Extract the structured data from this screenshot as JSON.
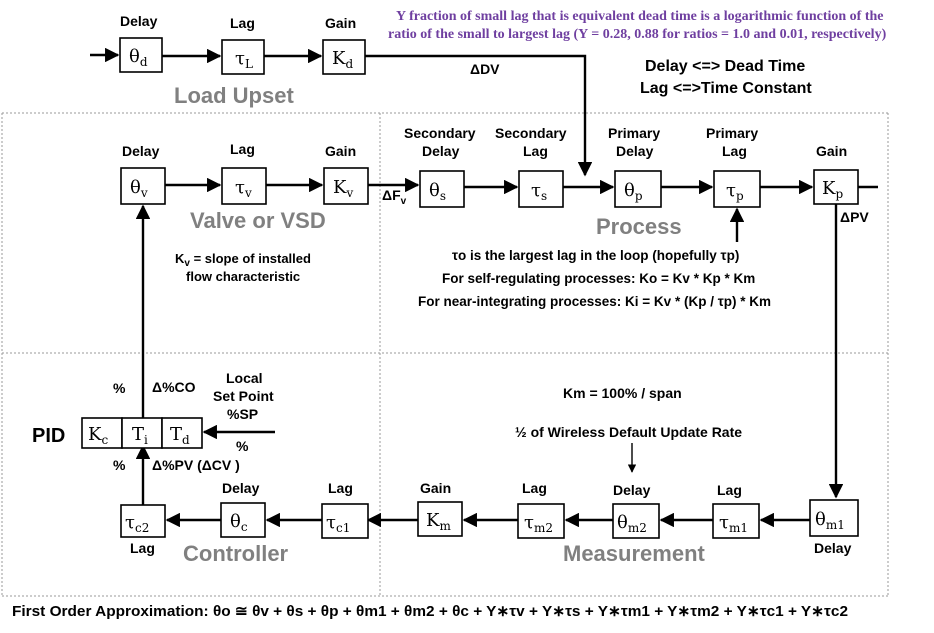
{
  "note": {
    "line1": "Y fraction of small lag that is equivalent dead time is a logarithmic function of the",
    "line2": "ratio of the small to largest lag (Y = 0.28, 0.88 for ratios = 1.0 and 0.01, respectively)"
  },
  "legend": {
    "line1": "Delay <=> Dead Time",
    "line2": "Lag <=>Time Constant"
  },
  "load_upset": {
    "title": "Load Upset",
    "delay_label": "Delay",
    "lag_label": "Lag",
    "gain_label": "Gain",
    "delay_sym": "θ",
    "delay_sub": "d",
    "lag_sym": "τ",
    "lag_sub": "L",
    "gain_sym": "K",
    "gain_sub": "d",
    "dv_label": "ΔDV"
  },
  "valve": {
    "title": "Valve or VSD",
    "delay_label": "Delay",
    "lag_label": "Lag",
    "gain_label": "Gain",
    "delay_sym": "θ",
    "delay_sub": "v",
    "lag_sym": "τ",
    "lag_sub": "v",
    "gain_sym": "K",
    "gain_sub": "v",
    "df_label": "ΔF",
    "df_sub": "v",
    "note_line1_a": "K",
    "note_line1_sub": "v",
    "note_line1_b": " = slope of installed",
    "note_line2": "flow characteristic"
  },
  "process": {
    "title": "Process",
    "sec_delay_label1": "Secondary",
    "sec_delay_label2": "Delay",
    "sec_lag_label1": "Secondary",
    "sec_lag_label2": "Lag",
    "pri_delay_label1": "Primary",
    "pri_delay_label2": "Delay",
    "pri_lag_label1": "Primary",
    "pri_lag_label2": "Lag",
    "gain_label": "Gain",
    "sec_delay_sym": "θ",
    "sec_delay_sub": "s",
    "sec_lag_sym": "τ",
    "sec_lag_sub": "s",
    "pri_delay_sym": "θ",
    "pri_delay_sub": "p",
    "pri_lag_sym": "τ",
    "pri_lag_sub": "p",
    "gain_sym": "K",
    "gain_sub": "p",
    "pv_label": "ΔPV",
    "note1": "τo is the largest lag in the loop (hopefully τp)",
    "note2": "For self-regulating processes: Ko = Kv * Kp * Km",
    "note3": "For near-integrating processes: Ki = Kv * (Kp / τp) * Km"
  },
  "controller": {
    "title": "Controller",
    "pid_label": "PID",
    "kc_sym": "K",
    "kc_sub": "c",
    "ti_sym": "T",
    "ti_sub": "i",
    "td_sym": "T",
    "td_sub": "d",
    "pct_top": "%",
    "dco": "Δ%CO",
    "local_sp1": "Local",
    "local_sp2": "Set Point",
    "local_sp3": "%SP",
    "pct_right": "%",
    "pct_bottom": "%",
    "dpv": "Δ%PV  (ΔCV )",
    "delay_label": "Delay",
    "lag_label": "Lag",
    "lag_bottom_label": "Lag",
    "tc2_sym": "τ",
    "tc2_sub": "c2",
    "thc_sym": "θ",
    "thc_sub": "c",
    "tc1_sym": "τ",
    "tc1_sub": "c1"
  },
  "measurement": {
    "title": "Measurement",
    "km_note": "Km = 100% / span",
    "wireless_note": "½ of Wireless Default Update Rate",
    "gain_label": "Gain",
    "lag2_label": "Lag",
    "delay_label": "Delay",
    "lag1_label": "Lag",
    "delay_bottom_label": "Delay",
    "km_sym": "K",
    "km_sub": "m",
    "tm2_sym": "τ",
    "tm2_sub": "m2",
    "thm2_sym": "θ",
    "thm2_sub": "m2",
    "tm1_sym": "τ",
    "tm1_sub": "m1",
    "thm1_sym": "θ",
    "thm1_sub": "m1"
  },
  "footer": {
    "formula": "First Order Approximation: θo ≅ θv + θs + θp + θm1 + θm2 + θc + Y∗τv + Y∗τs + Y∗τm1 + Y∗τm2 + Y∗τc1 + Y∗τc2"
  }
}
